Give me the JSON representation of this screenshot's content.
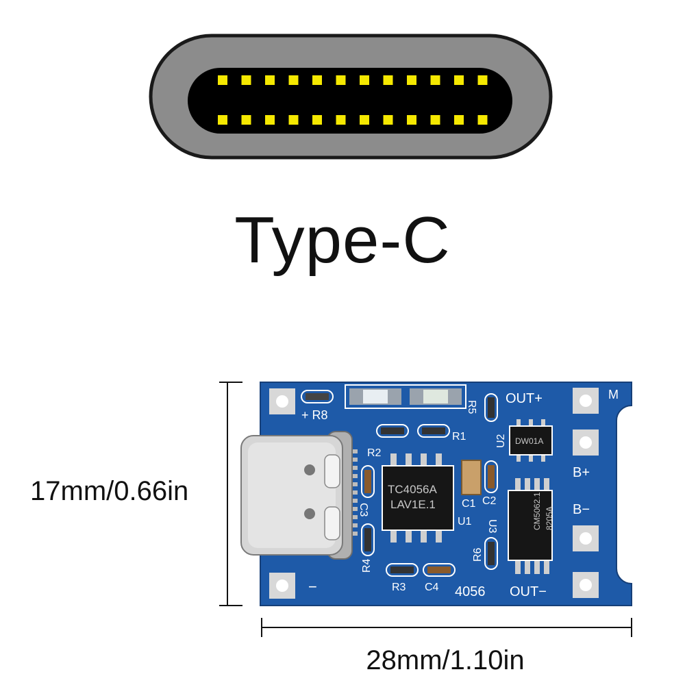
{
  "connector_title": "Type-C",
  "dimensions": {
    "height_label": "17mm/0.66in",
    "width_label": "28mm/1.10in"
  },
  "pcb_labels": {
    "out_plus": "OUT+",
    "out_minus": "OUT−",
    "b_plus": "B+",
    "b_minus": "B−",
    "m": "M",
    "plus_r8": "+ R8",
    "minus": "−",
    "r1": "R1",
    "r2": "R2",
    "r3": "R3",
    "r4": "R4",
    "r5": "R5",
    "r6": "R6",
    "c1": "C1",
    "c2": "C2",
    "c3": "C3",
    "c4": "C4",
    "u1": "U1",
    "u2": "U2",
    "u3": "U3",
    "board_name": "4056"
  },
  "chip_markings": {
    "main_line1": "TC4056A",
    "main_line2": "LAV1E.1",
    "small_chip": "DW01A",
    "mosfet_line1": "8205A",
    "mosfet_line2": "CM5062.1"
  },
  "colors": {
    "pcb_blue": "#1e5aa8",
    "connector_gray": "#8c8c8c",
    "pin_yellow": "#f5e800"
  }
}
